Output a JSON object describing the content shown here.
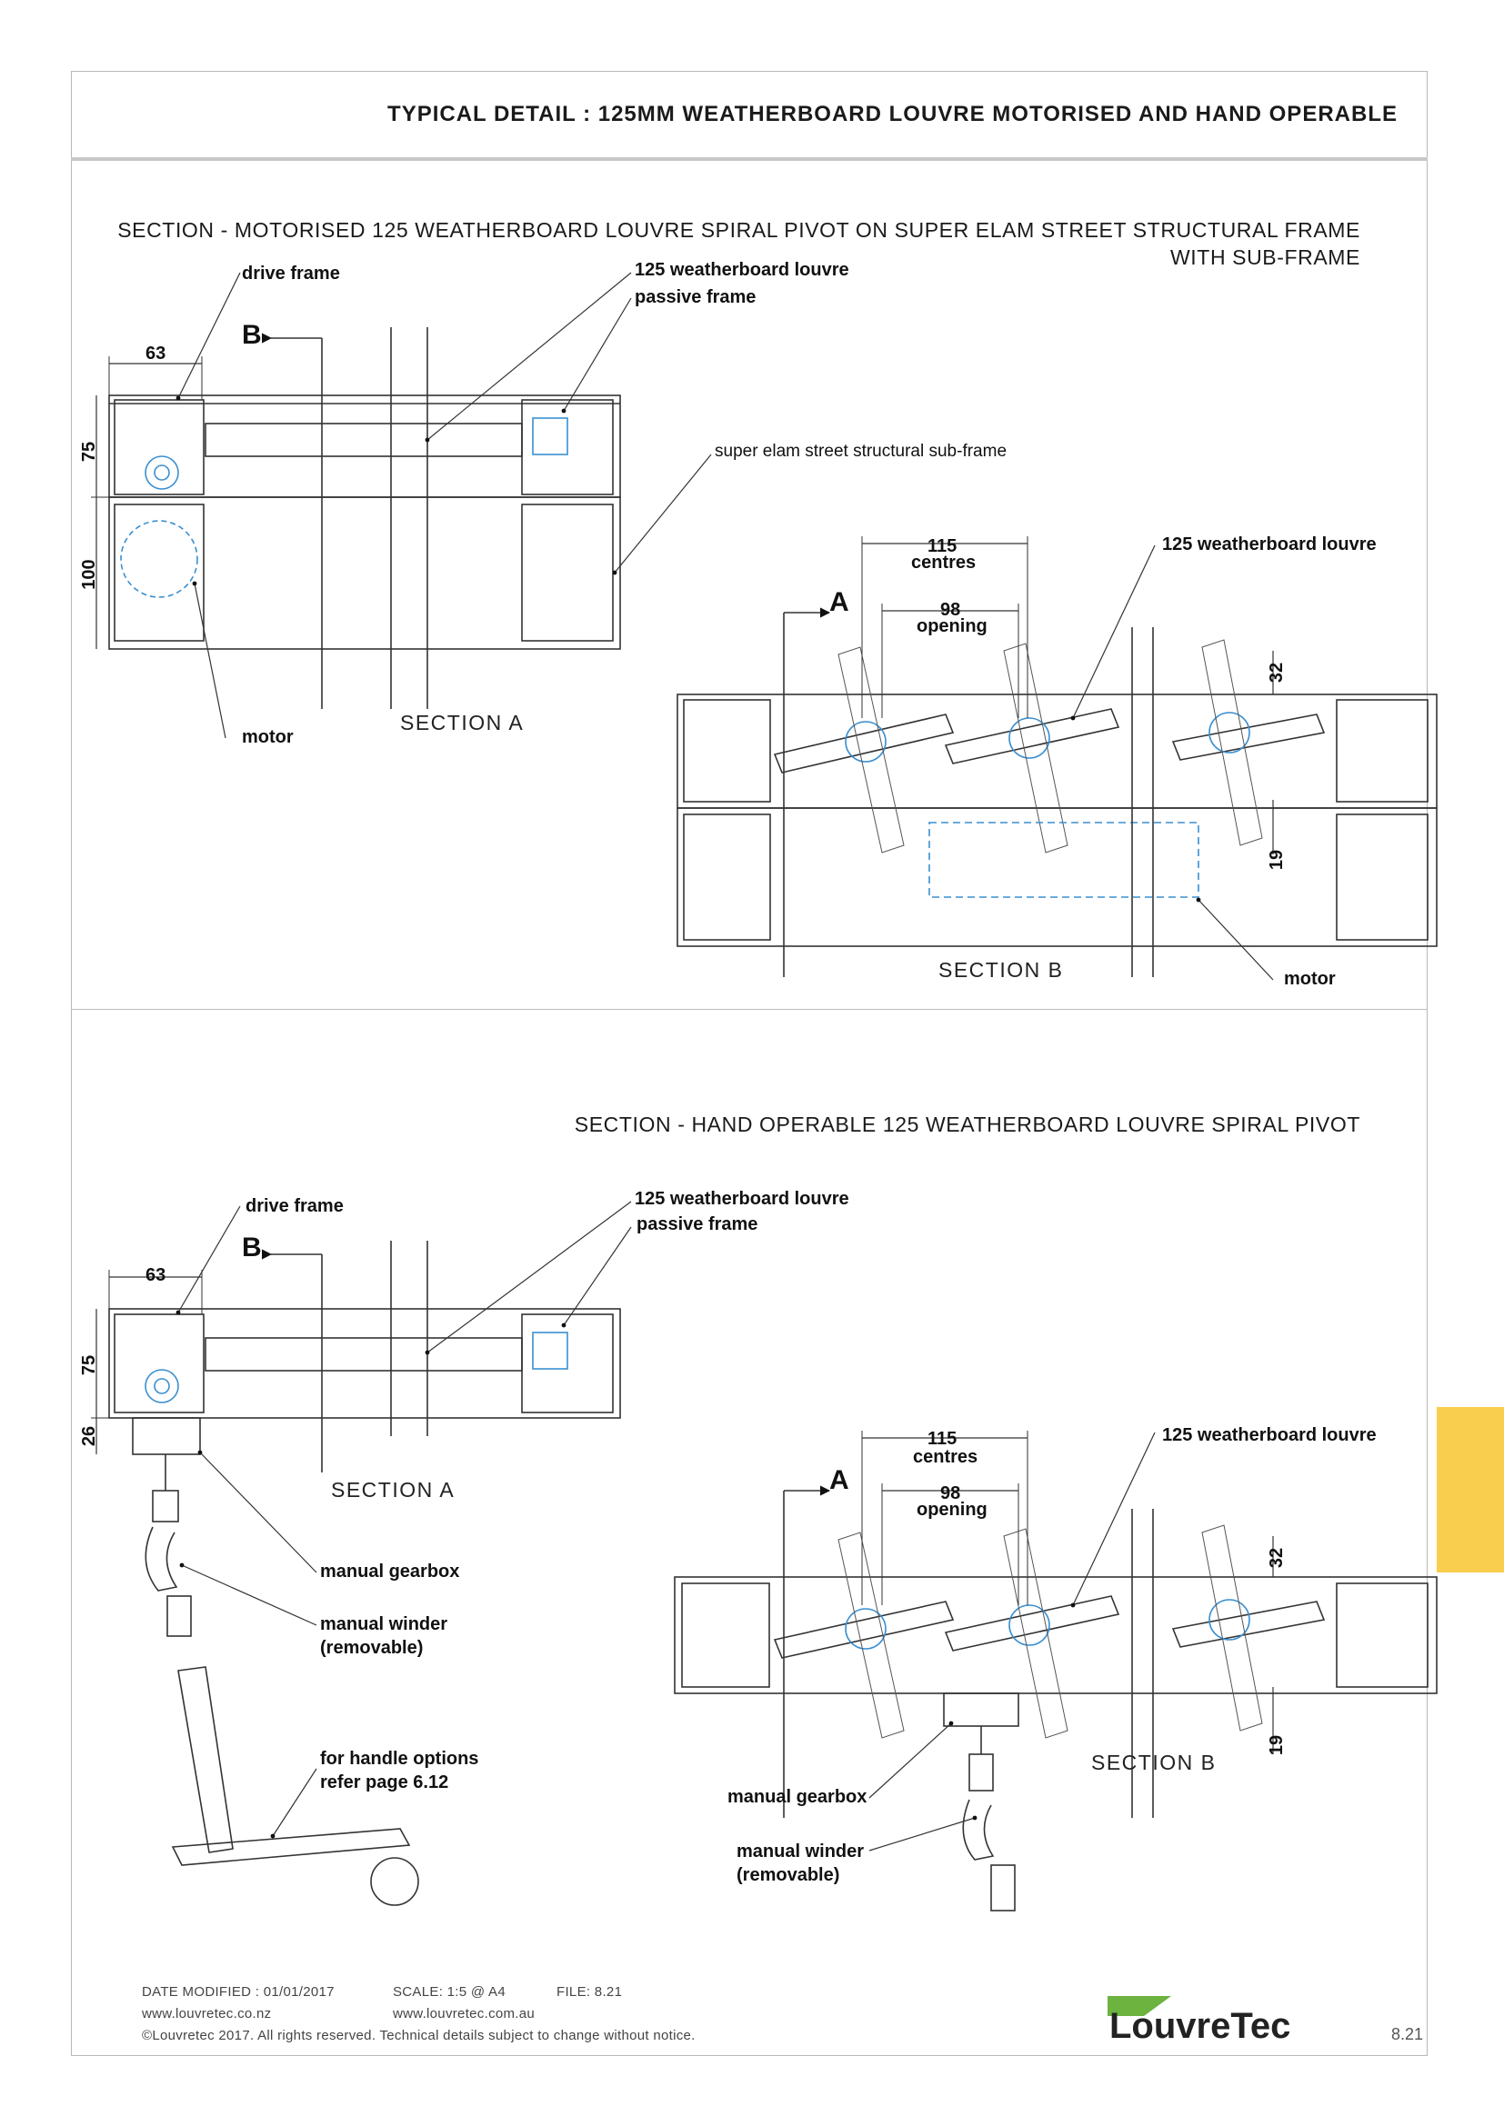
{
  "header": {
    "title": "TYPICAL DETAIL : 125MM WEATHERBOARD LOUVRE MOTORISED AND HAND OPERABLE"
  },
  "motorised": {
    "title_line1": "SECTION - MOTORISED 125 WEATHERBOARD LOUVRE SPIRAL PIVOT ON SUPER ELAM STREET STRUCTURAL FRAME",
    "title_line2": "WITH SUB-FRAME",
    "section_a": {
      "label": "SECTION A",
      "marker": "B",
      "callouts": {
        "drive_frame": "drive frame",
        "louvre": "125 weatherboard louvre",
        "passive_frame": "passive frame",
        "subframe": "super elam street structural sub-frame",
        "motor": "motor"
      },
      "dims": {
        "width": "63",
        "height_top": "75",
        "height_bottom": "100"
      }
    },
    "section_b": {
      "label": "SECTION B",
      "marker": "A",
      "callouts": {
        "louvre": "125 weatherboard louvre",
        "motor": "motor"
      },
      "dims": {
        "centres_value": "115",
        "centres_label": "centres",
        "opening_value": "98",
        "opening_label": "opening",
        "top": "32",
        "bottom": "19"
      }
    }
  },
  "hand": {
    "title": "SECTION - HAND OPERABLE 125 WEATHERBOARD LOUVRE SPIRAL PIVOT",
    "section_a": {
      "label": "SECTION A",
      "marker": "B",
      "callouts": {
        "drive_frame": "drive frame",
        "louvre": "125 weatherboard louvre",
        "passive_frame": "passive frame",
        "gearbox": "manual gearbox",
        "winder_line1": "manual winder",
        "winder_line2": "(removable)",
        "handle_line1": "for handle options",
        "handle_line2": "refer page 6.12"
      },
      "dims": {
        "width": "63",
        "height_top": "75",
        "height_bottom": "26"
      }
    },
    "section_b": {
      "label": "SECTION B",
      "marker": "A",
      "callouts": {
        "louvre": "125 weatherboard louvre",
        "gearbox": "manual gearbox",
        "winder_line1": "manual winder",
        "winder_line2": "(removable)"
      },
      "dims": {
        "centres_value": "115",
        "centres_label": "centres",
        "opening_value": "98",
        "opening_label": "opening",
        "top": "32",
        "bottom": "19"
      }
    }
  },
  "footer": {
    "date": "DATE MODIFIED : 01/01/2017",
    "scale": "SCALE: 1:5 @ A4",
    "file": "FILE: 8.21",
    "web_nz": "www.louvretec.co.nz",
    "web_au": "www.louvretec.com.au",
    "copyright": "©Louvretec 2017. All rights reserved. Technical details subject to change without notice.",
    "page": "8.21",
    "logo_text": "LouvreTec"
  },
  "colors": {
    "accent_tab": "#f9cd4d",
    "logo_green": "#6cb33f",
    "detail_blue": "#3a8fd0",
    "line": "#333333"
  }
}
